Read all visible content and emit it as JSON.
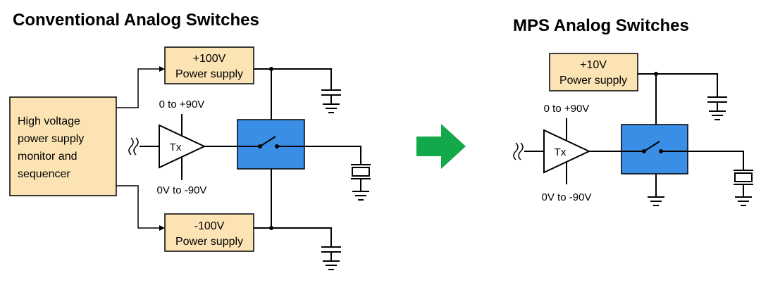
{
  "left": {
    "title": "Conventional Analog Switches",
    "monitor_line1": "High voltage",
    "monitor_line2": "power supply",
    "monitor_line3": "monitor and",
    "monitor_line4": "sequencer",
    "pos_supply_value": "+100V",
    "pos_supply_label": "Power supply",
    "neg_supply_value": "-100V",
    "neg_supply_label": "Power supply",
    "signal_top": "0 to +90V",
    "signal_bottom": "0V to -90V",
    "amp_label": "Tx"
  },
  "right": {
    "title": "MPS Analog Switches",
    "supply_value": "+10V",
    "supply_label": "Power supply",
    "signal_top": "0 to +90V",
    "signal_bottom": "0V to -90V",
    "amp_label": "Tx"
  },
  "colors": {
    "supply_fill": "#fbe3b4",
    "switch_fill": "#3a8ee6",
    "arrow_fill": "#13a84a"
  },
  "icons": {
    "arrow": "green-right-arrow-icon",
    "ground": "ground-icon",
    "capacitor": "capacitor-icon",
    "transducer": "transducer-icon",
    "switch": "switch-icon",
    "wave": "signal-wave-icon"
  }
}
